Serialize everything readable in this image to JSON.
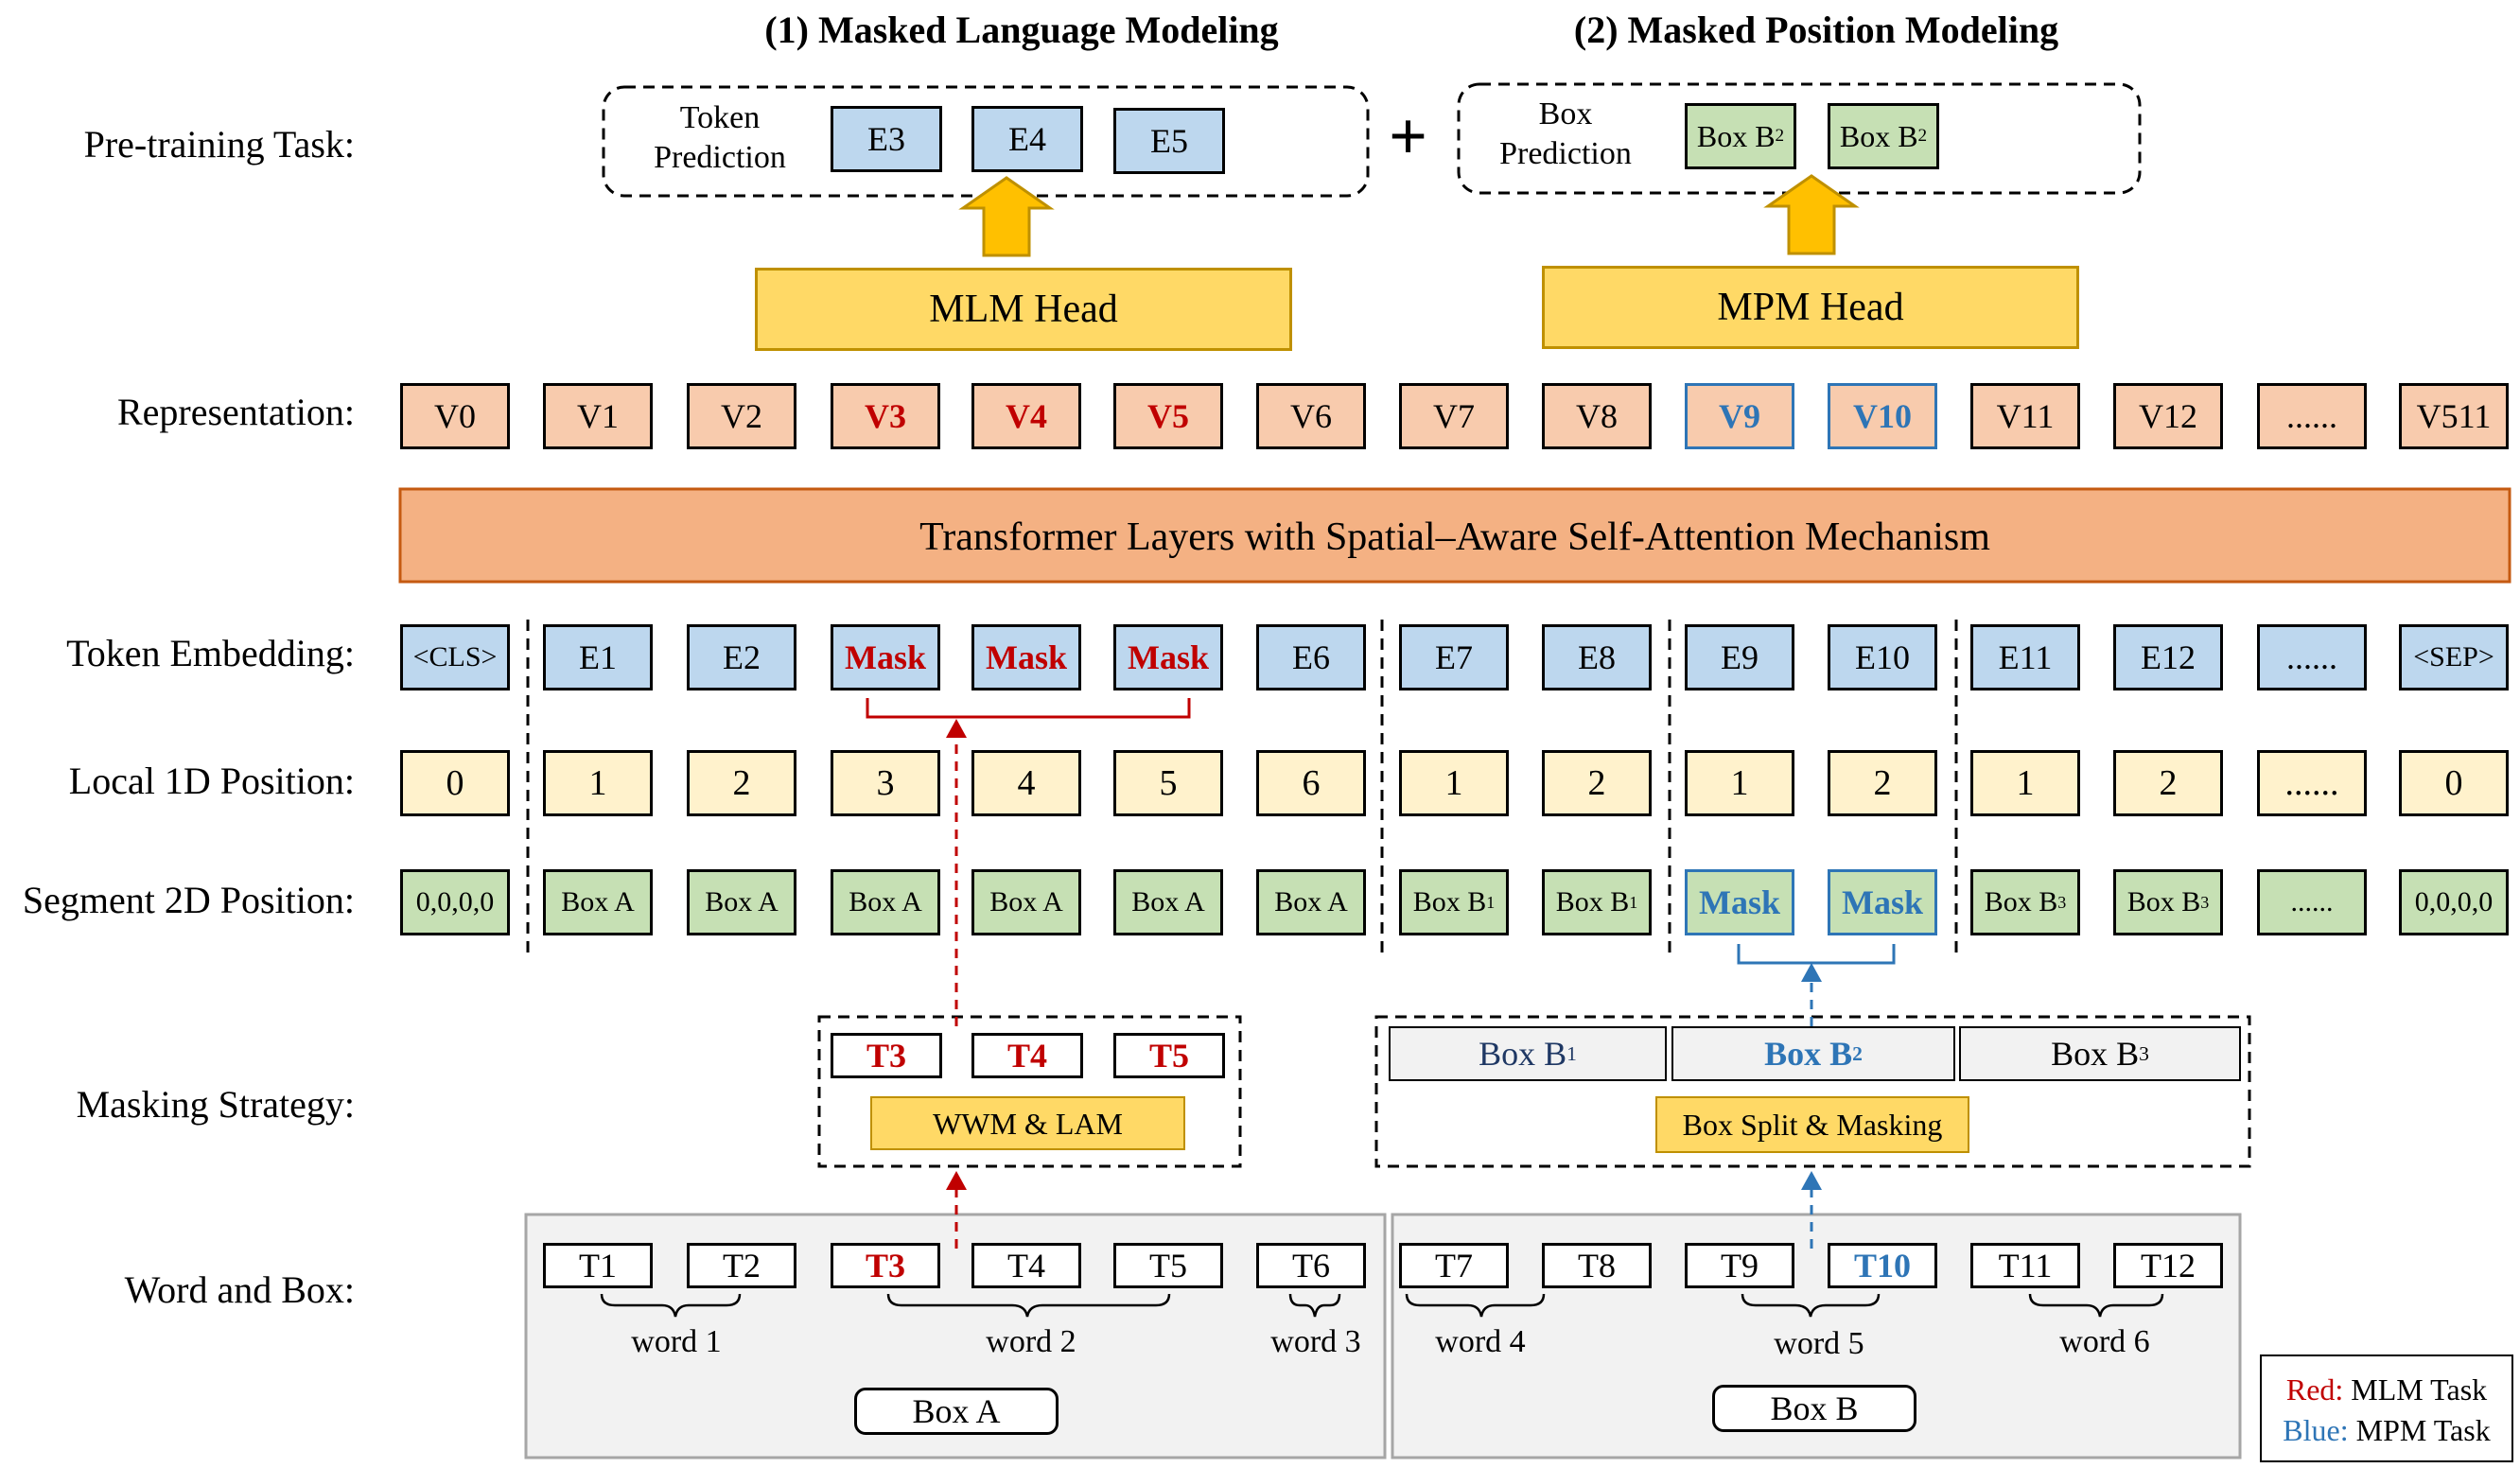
{
  "titles": {
    "mlm": "(1) Masked Language Modeling",
    "mpm": "(2) Masked Position Modeling"
  },
  "row_labels": {
    "pretraining": "Pre-training Task:",
    "representation": "Representation:",
    "token_embedding": "Token Embedding:",
    "local_1d": "Local 1D Position:",
    "segment_2d": "Segment 2D Position:",
    "masking": "Masking Strategy:",
    "word_box": "Word and Box:"
  },
  "pretraining": {
    "token_prediction_line1": "Token",
    "token_prediction_line2": "Prediction",
    "token_outputs": [
      "E3",
      "E4",
      "E5"
    ],
    "plus": "+",
    "box_prediction_line1": "Box",
    "box_prediction_line2": "Prediction",
    "box_outputs": [
      "Box B",
      "Box B"
    ],
    "box_outputs_sub": [
      "2",
      "2"
    ]
  },
  "heads": {
    "mlm": "MLM Head",
    "mpm": "MPM Head"
  },
  "representation": [
    "V0",
    "V1",
    "V2",
    "V3",
    "V4",
    "V5",
    "V6",
    "V7",
    "V8",
    "V9",
    "V10",
    "V11",
    "V12",
    "......",
    "V511"
  ],
  "transformer_label": "Transformer Layers with Spatial–Aware Self-Attention Mechanism",
  "token_embedding": [
    "<CLS>",
    "E1",
    "E2",
    "Mask",
    "Mask",
    "Mask",
    "E6",
    "E7",
    "E8",
    "E9",
    "E10",
    "E11",
    "E12",
    "......",
    "<SEP>"
  ],
  "local_1d": [
    "0",
    "1",
    "2",
    "3",
    "4",
    "5",
    "6",
    "1",
    "2",
    "1",
    "2",
    "1",
    "2",
    "......",
    "0"
  ],
  "segment_2d": [
    "0,0,0,0",
    "Box A",
    "Box A",
    "Box A",
    "Box A",
    "Box A",
    "Box A",
    "Box B",
    "Box B",
    "Mask",
    "Mask",
    "Box B",
    "Box B",
    "......",
    "0,0,0,0"
  ],
  "segment_2d_sub": [
    "",
    "",
    "",
    "",
    "",
    "",
    "",
    "1",
    "1",
    "",
    "",
    "3",
    "3",
    "",
    ""
  ],
  "masking": {
    "mlm_tokens": [
      "T3",
      "T4",
      "T5"
    ],
    "mlm_strategy": "WWM & LAM",
    "mpm_boxes": [
      "Box B",
      "Box B",
      "Box B"
    ],
    "mpm_boxes_sub": [
      "1",
      "2",
      "3"
    ],
    "mpm_strategy": "Box Split & Masking"
  },
  "word_box": {
    "tokens": [
      "T1",
      "T2",
      "T3",
      "T4",
      "T5",
      "T6",
      "T7",
      "T8",
      "T9",
      "T10",
      "T11",
      "T12"
    ],
    "words": [
      "word 1",
      "word 2",
      "word 3",
      "word 4",
      "word 5",
      "word 6"
    ],
    "box_a": "Box A",
    "box_b": "Box B"
  },
  "legend": {
    "red_key": "Red:",
    "red_value": "MLM Task",
    "blue_key": "Blue:",
    "blue_value": "MPM Task"
  },
  "colors": {
    "token_blue": "#bdd7ee",
    "repr_peach": "#f8cbad",
    "pos_cream": "#fff2cc",
    "seg_green": "#c6e0b4",
    "head_gold": "#ffd966",
    "transformer_orange": "#f4b183",
    "mlm_red": "#c00000",
    "mpm_blue": "#2e75b6"
  }
}
